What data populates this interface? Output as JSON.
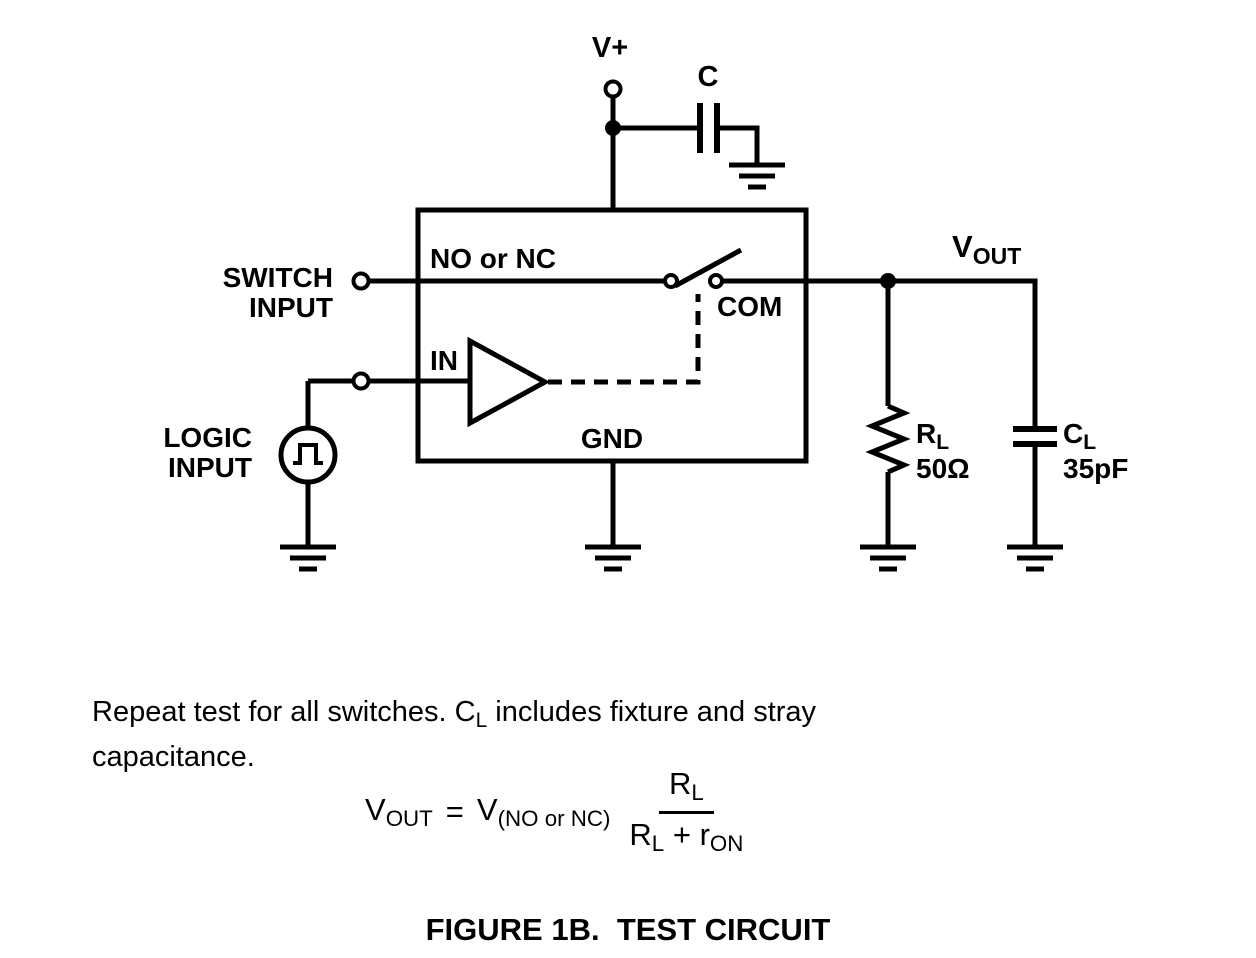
{
  "colors": {
    "ink": "#000000",
    "background": "#ffffff"
  },
  "circuit": {
    "supply_label": "V+",
    "bypass_cap_label": "C",
    "switch_input_label_line1": "SWITCH",
    "switch_input_label_line2": "INPUT",
    "pin_no_nc": "NO or NC",
    "pin_com": "COM",
    "pin_in": "IN",
    "pin_gnd": "GND",
    "logic_input_label_line1": "LOGIC",
    "logic_input_label_line2": "INPUT",
    "vout_base": "V",
    "vout_sub": "OUT",
    "rl_base": "R",
    "rl_sub": "L",
    "rl_value": "50Ω",
    "cl_base": "C",
    "cl_sub": "L",
    "cl_value": "35pF"
  },
  "notes": {
    "line1_pre": "Repeat test for all switches. C",
    "line1_sub": "L",
    "line1_post": " includes fixture and stray",
    "line2": "capacitance."
  },
  "formula": {
    "lhs_base": "V",
    "lhs_sub": "OUT",
    "equals": "=",
    "rhs_base": "V",
    "rhs_sub": "(NO or NC)",
    "num_base": "R",
    "num_sub": "L",
    "den_left_base": "R",
    "den_left_sub": "L",
    "den_operator": "+",
    "den_right_base": "r",
    "den_right_sub": "ON"
  },
  "caption": "FIGURE 1B.  TEST CIRCUIT"
}
